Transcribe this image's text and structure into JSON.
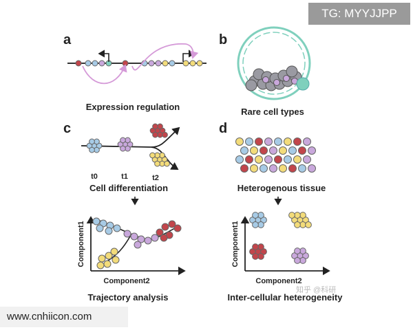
{
  "overlays": {
    "top_tag": "TG: MYYJJPP",
    "bottom_site": "www.cnhiicon.com",
    "watermark": "知乎 @科研"
  },
  "panels": {
    "a": {
      "letter": "a",
      "caption": "Expression regulation"
    },
    "b": {
      "letter": "b",
      "caption": "Rare cell types"
    },
    "c": {
      "letter": "c",
      "caption": "Cell differentiation",
      "timepoints": [
        "t0",
        "t1",
        "t2"
      ],
      "plot_caption": "Trajectory analysis",
      "ylabel": "Component1",
      "xlabel": "Component2"
    },
    "d": {
      "letter": "d",
      "caption": "Heterogenous tissue",
      "plot_caption": "Inter-cellular heterogeneity",
      "ylabel": "Component1",
      "xlabel": "Component2"
    }
  },
  "colors": {
    "blue": "#a7cbe6",
    "purple": "#c9a8dc",
    "red": "#c2454b",
    "yellow": "#f3dc7a",
    "teal": "#7fd0bd",
    "gray": "#9a9aa2",
    "pink_arrow": "#d59ad8"
  }
}
